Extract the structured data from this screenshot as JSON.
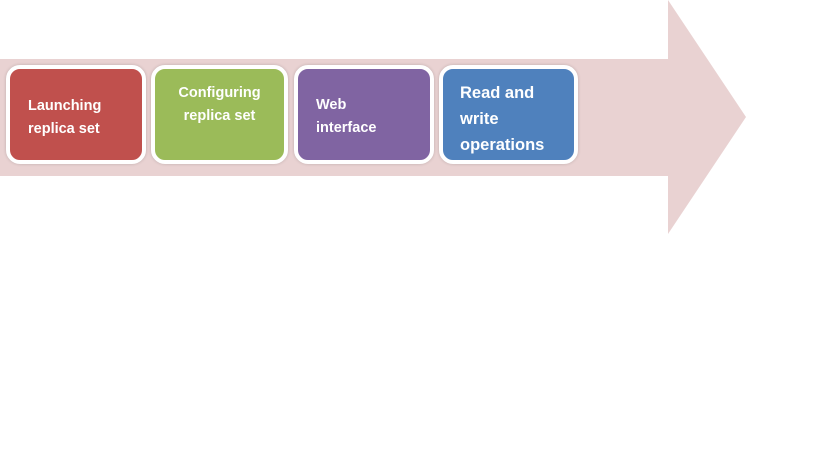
{
  "diagram": {
    "arrow_color": "#e9d2d2",
    "steps": [
      {
        "label": "Launching\nreplica set",
        "color": "#c0504d"
      },
      {
        "label": "Configuring\nreplica set",
        "color": "#9bbb59"
      },
      {
        "label": "Web\ninterface",
        "color": "#8064a2"
      },
      {
        "label": "Read and\nwrite\noperations",
        "color": "#4f81bd"
      }
    ]
  }
}
